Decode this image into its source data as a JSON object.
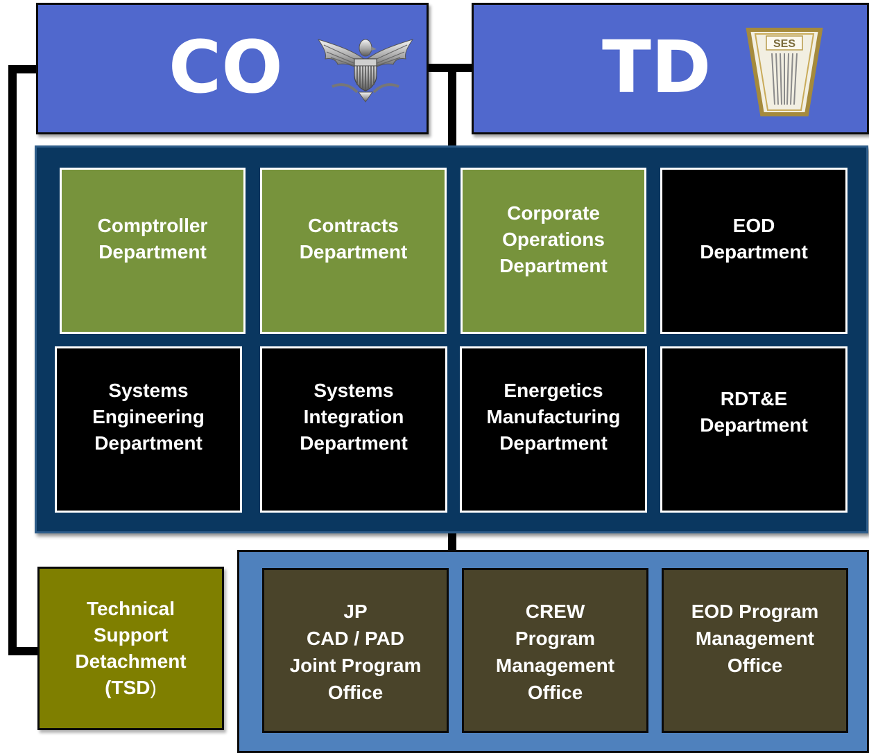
{
  "header": {
    "co": {
      "label": "CO",
      "insignia": "eagle-insignia-icon"
    },
    "td": {
      "label": "TD",
      "insignia": "ses-insignia-icon",
      "insignia_text": "SES"
    }
  },
  "departments": {
    "row1": [
      {
        "lines": [
          "Comptroller",
          "Department"
        ],
        "color": "#77933c"
      },
      {
        "lines": [
          "Contracts",
          "Department"
        ],
        "color": "#77933c"
      },
      {
        "lines": [
          "Corporate",
          "Operations",
          "Department"
        ],
        "color": "#77933c"
      },
      {
        "lines": [
          "EOD",
          "Department"
        ],
        "color": "#000000"
      }
    ],
    "row2": [
      {
        "lines": [
          "Systems",
          "Engineering",
          "Department"
        ],
        "color": "#000000"
      },
      {
        "lines": [
          "Systems",
          "Integration",
          "Department"
        ],
        "color": "#000000"
      },
      {
        "lines": [
          "Energetics",
          "Manufacturing",
          "Department"
        ],
        "color": "#000000"
      },
      {
        "lines": [
          "RDT&E",
          "Department"
        ],
        "color": "#000000"
      }
    ]
  },
  "tsd": {
    "lines": [
      "Technical",
      "Support",
      "Detachment"
    ],
    "last_line": "(TSD",
    "last_paren": ")"
  },
  "program_offices": [
    {
      "lines": [
        "JP",
        "CAD / PAD",
        "Joint Program",
        "Office"
      ]
    },
    {
      "lines": [
        "CREW",
        "Program",
        "Management",
        "Office"
      ]
    },
    {
      "lines": [
        "EOD Program",
        "Management",
        "Office"
      ]
    }
  ]
}
